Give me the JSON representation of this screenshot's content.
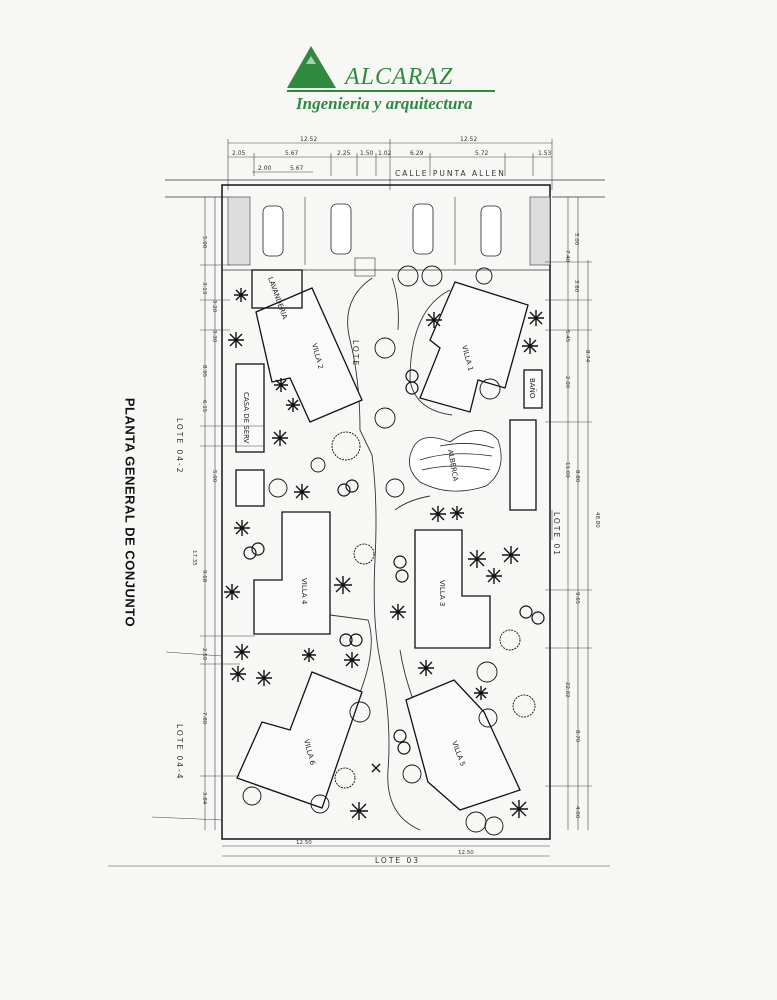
{
  "brand": {
    "name": "ALCARAZ",
    "tagline": "Ingenieria y arquitectura",
    "color": "#2e8b3e"
  },
  "sheet_title": "PLANTA GENERAL DE CONJUNTO",
  "street": "CALLE PUNTA ALLEN",
  "neighbors": {
    "left_top": "LOTE 04-2",
    "left_bottom": "LOTE 04-4",
    "right": "LOTE 01",
    "bottom": "LOTE 03",
    "center": "LOTE"
  },
  "rooms": {
    "villa1": "VILLA 1",
    "villa2": "VILLA 2",
    "villa3": "VILLA 3",
    "villa4": "VILLA 4",
    "villa5": "VILLA 5",
    "villa6": "VILLA 6",
    "pool": "ALBERCA",
    "laundry": "LAVANDERIA",
    "service": "CASA DE SERV",
    "bath": "BAÑO"
  },
  "dims_top": {
    "total_left": "12.52",
    "total_right": "12.52",
    "seg": [
      "2.05",
      "5.67",
      "2.25",
      "1.50",
      "1.02",
      "6.29",
      "5.72",
      "1.53"
    ],
    "row2": [
      "2.00",
      "5.67"
    ]
  },
  "dims_left": [
    "5.00",
    "3.13",
    "3.20",
    "3.30",
    "8.95",
    "6.15",
    "5.00",
    "17.35",
    "9.68",
    "2.50",
    "7.80",
    "3.84"
  ],
  "dims_right": [
    "5.00",
    "7.40",
    "3.60",
    "8.74",
    "5.45",
    "2.00",
    "11.00",
    "8.80",
    "48.80",
    "9.65",
    "22.02",
    "8.70",
    "4.00"
  ],
  "dims_bottom": [
    "12.50",
    "12.50"
  ]
}
